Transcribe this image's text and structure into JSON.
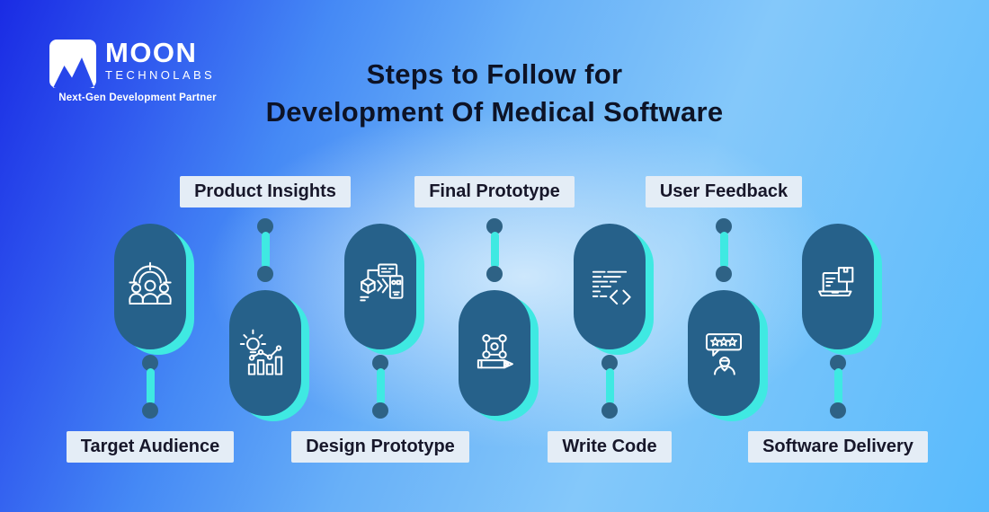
{
  "logo": {
    "brand_top": "MOON",
    "brand_bottom": "TECHNOLABS",
    "tagline": "Next-Gen Development Partner",
    "icon": "mountain-logo-icon"
  },
  "title": {
    "line1": "Steps to Follow for",
    "line2": "Development Of Medical Software"
  },
  "colors": {
    "background_top_left": "#1a2be4",
    "background_sky": "#58bafc",
    "background_center_highlight": "#d2eafc",
    "pill": "#26618a",
    "accent_cyan": "#3fe9e2",
    "label_background": "#e4edf6",
    "label_text": "#17172a",
    "title_text": "#0d1326",
    "icon_stroke": "#ffffff"
  },
  "steps": [
    {
      "label": "Target Audience",
      "icon": "target-audience-icon",
      "label_position": "bottom"
    },
    {
      "label": "Product Insights",
      "icon": "product-insights-icon",
      "label_position": "top"
    },
    {
      "label": "Design Prototype",
      "icon": "design-prototype-icon",
      "label_position": "bottom"
    },
    {
      "label": "Final Prototype",
      "icon": "final-prototype-icon",
      "label_position": "top"
    },
    {
      "label": "Write Code",
      "icon": "write-code-icon",
      "label_position": "bottom"
    },
    {
      "label": "User Feedback",
      "icon": "user-feedback-icon",
      "label_position": "top"
    },
    {
      "label": "Software Delivery",
      "icon": "software-delivery-icon",
      "label_position": "bottom"
    }
  ]
}
